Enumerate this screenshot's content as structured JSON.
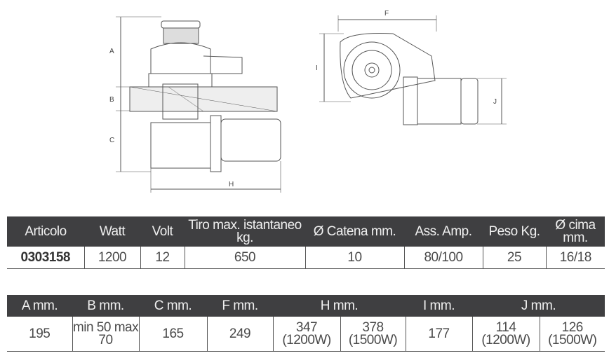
{
  "drawing": {
    "dims_left": [
      "A",
      "B",
      "C",
      "H"
    ],
    "dims_right": [
      "F",
      "I",
      "J"
    ]
  },
  "specs": {
    "headers": [
      "Articolo",
      "Watt",
      "Volt",
      "Tiro max. istantaneo kg.",
      "Ø Catena mm.",
      "Ass. Amp.",
      "Peso Kg.",
      "Ø cima mm."
    ],
    "row": [
      "0303158",
      "1200",
      "12",
      "650",
      "10",
      "80/100",
      "25",
      "16/18"
    ]
  },
  "dimensions": {
    "headers": [
      "A mm.",
      "B mm.",
      "C mm.",
      "F mm.",
      "H mm.",
      "I mm.",
      "J mm."
    ],
    "row": [
      "195",
      "min 50 max 70",
      "165",
      "249",
      "347 (1200W)",
      "378 (1500W)",
      "177",
      "114 (1200W)",
      "126 (1500W)"
    ]
  }
}
